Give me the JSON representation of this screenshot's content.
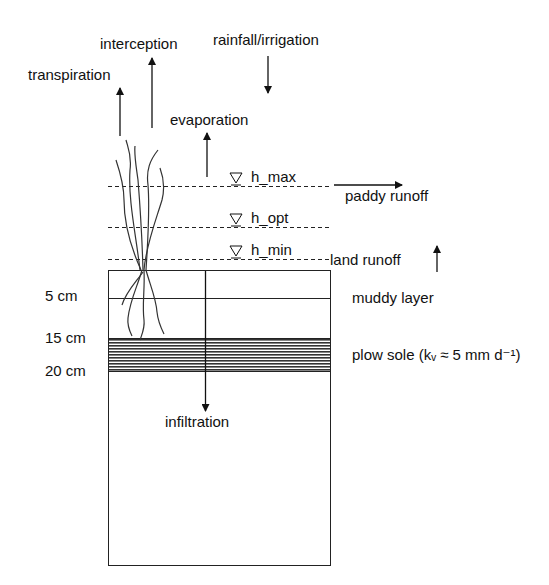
{
  "diagram": {
    "labels": [
      "transpiration",
      "interception",
      "rainfall/irrigation",
      "evaporation",
      "h_max",
      "paddy runoff",
      "h_opt",
      "h_min",
      "land runoff",
      "5 cm",
      "muddy layer",
      "15 cm",
      "plow sole (kᵥ ≈ 5 mm d⁻¹)",
      "20 cm",
      "infiltration"
    ]
  }
}
